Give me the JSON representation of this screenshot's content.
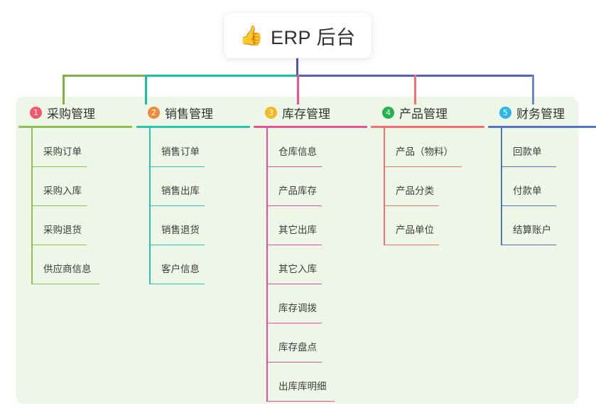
{
  "title": {
    "icon": "thumbs-up-icon",
    "icon_glyph": "👍",
    "text": "ERP 后台"
  },
  "panel": {
    "background_color": "#eef6e8"
  },
  "connector": {
    "stem_color": "#4a5bbf",
    "segments": [
      {
        "color": "#7cb342"
      },
      {
        "color": "#16bfa5"
      },
      {
        "color": "#5560c4"
      }
    ]
  },
  "columns": [
    {
      "number": "1",
      "badge_color": "#f4566b",
      "line_color": "#8cc152",
      "title": "采购管理",
      "drop_color": "#7cb342",
      "items": [
        {
          "label": "采购订单",
          "rule_width": 78
        },
        {
          "label": "采购入库",
          "rule_width": 78
        },
        {
          "label": "采购退货",
          "rule_width": 78
        },
        {
          "label": "供应商信息",
          "rule_width": 96
        }
      ]
    },
    {
      "number": "2",
      "badge_color": "#f08a3c",
      "line_color": "#2bc4b4",
      "title": "销售管理",
      "drop_color": "#16bfa5",
      "items": [
        {
          "label": "销售订单",
          "rule_width": 78
        },
        {
          "label": "销售出库",
          "rule_width": 78
        },
        {
          "label": "销售退货",
          "rule_width": 78
        },
        {
          "label": "客户信息",
          "rule_width": 78
        }
      ]
    },
    {
      "number": "3",
      "badge_color": "#f5b824",
      "line_color": "#e8509a",
      "title": "库存管理",
      "drop_color": "#ec4f96",
      "items": [
        {
          "label": "仓库信息",
          "rule_width": 78
        },
        {
          "label": "产品库存",
          "rule_width": 78
        },
        {
          "label": "其它出库",
          "rule_width": 78
        },
        {
          "label": "其它入库",
          "rule_width": 78
        },
        {
          "label": "库存调拨",
          "rule_width": 78
        },
        {
          "label": "库存盘点",
          "rule_width": 78
        },
        {
          "label": "出库库明细",
          "rule_width": 96
        }
      ]
    },
    {
      "number": "4",
      "badge_color": "#23b34e",
      "line_color": "#f4706b",
      "title": "产品管理",
      "drop_color": "#f4706b",
      "items": [
        {
          "label": "产品（物料）",
          "rule_width": 110
        },
        {
          "label": "产品分类",
          "rule_width": 78
        },
        {
          "label": "产品单位",
          "rule_width": 78
        }
      ]
    },
    {
      "number": "5",
      "badge_color": "#29b6e8",
      "line_color": "#5174c4",
      "title": "财务管理",
      "drop_color": "#6b85cd",
      "items": [
        {
          "label": "回款单",
          "rule_width": 78
        },
        {
          "label": "付款单",
          "rule_width": 78
        },
        {
          "label": "结算账户",
          "rule_width": 78
        }
      ]
    }
  ]
}
